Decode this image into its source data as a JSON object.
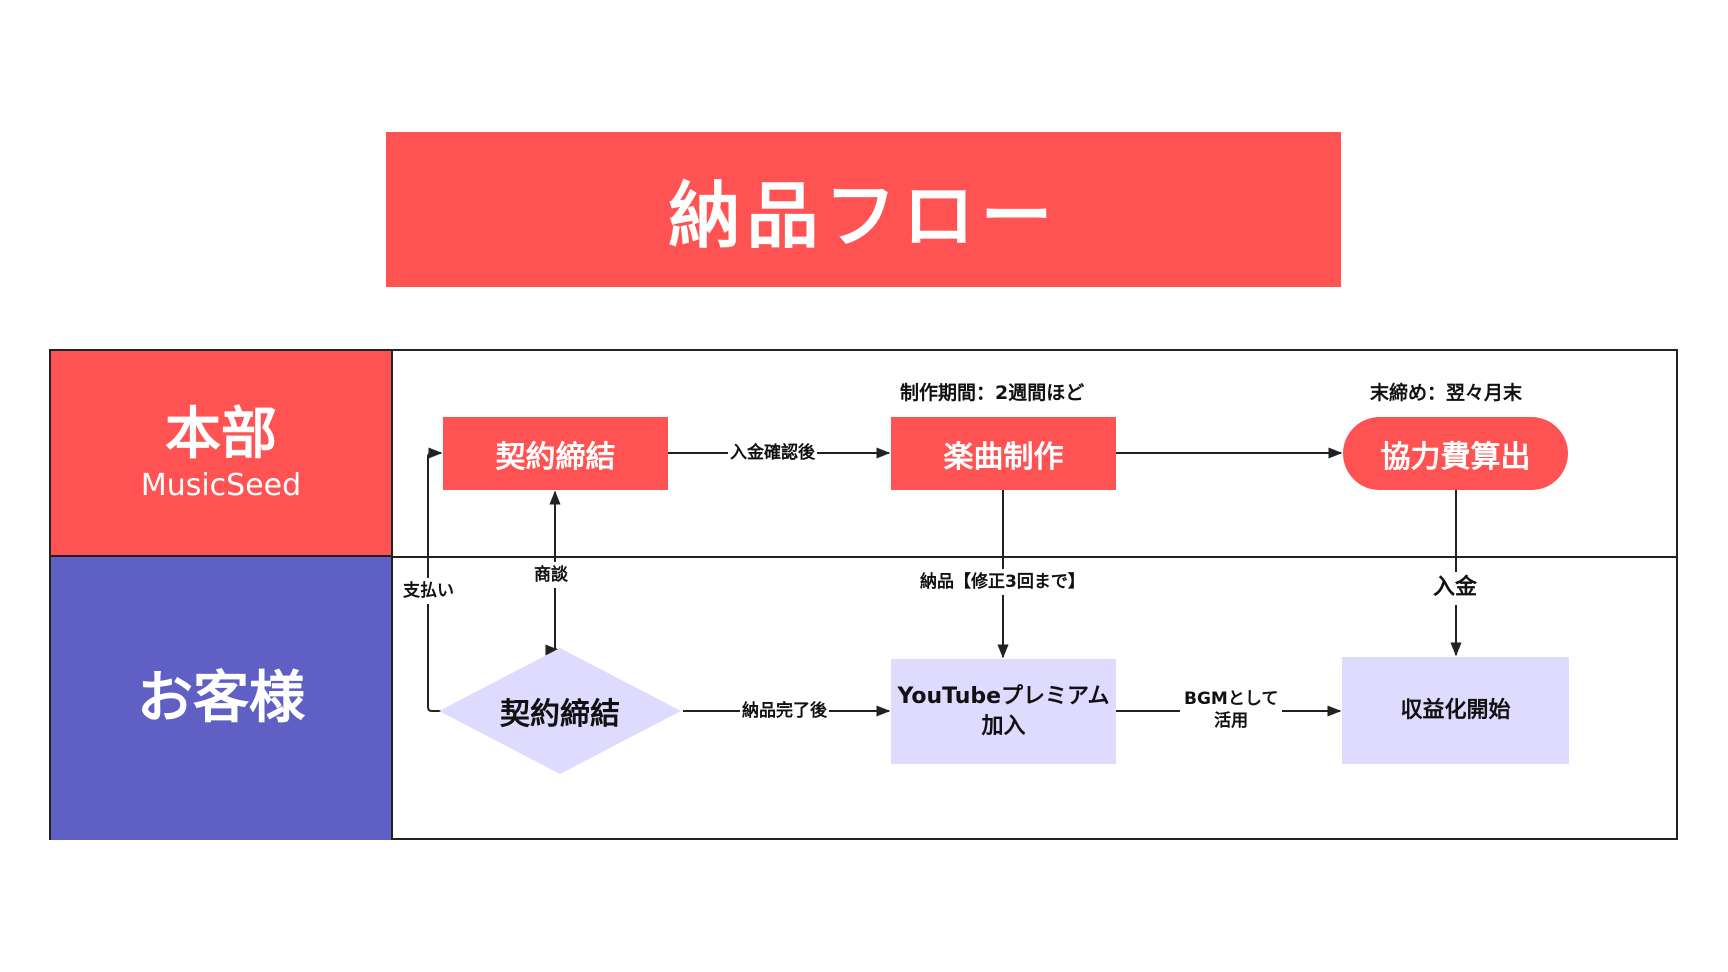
{
  "title": "納品フロー",
  "colors": {
    "headquarters": "#ff5252",
    "customer": "#5f5fc4",
    "customer_node": "#dedbff",
    "line": "#222222"
  },
  "lanes": {
    "headquarters": {
      "label": "本部",
      "sublabel": "MusicSeed"
    },
    "customer": {
      "label": "お客様"
    }
  },
  "nodes": {
    "hq_contract": "契約締結",
    "music_production": "楽曲制作",
    "fee_calculation": "協力費算出",
    "customer_contract": "契約締結",
    "youtube_premium_line1": "YouTubeプレミアム",
    "youtube_premium_line2": "加入",
    "monetization_start": "収益化開始"
  },
  "notes": {
    "production_period": "制作期間：2週間ほど",
    "closing": "末締め：翌々月末"
  },
  "edge_labels": {
    "after_payment_confirm": "入金確認後",
    "payment": "支払い",
    "negotiation": "商談",
    "delivery": "納品【修正3回まで】",
    "deposit": "入金",
    "after_delivery_complete": "納品完了後",
    "bgm_use_line1": "BGMとして",
    "bgm_use_line2": "活用"
  }
}
